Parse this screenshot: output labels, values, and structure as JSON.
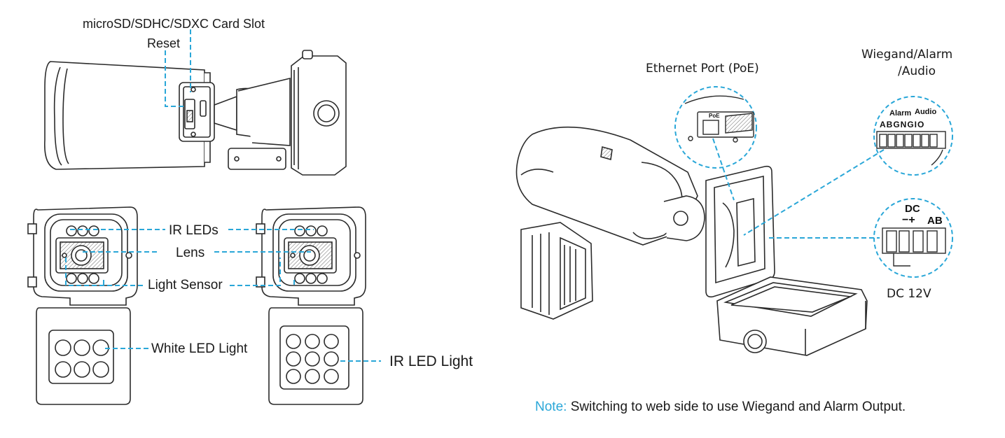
{
  "labels": {
    "card_slot": "microSD/SDHC/SDXC Card Slot",
    "reset": "Reset",
    "ir_leds": "IR LEDs",
    "lens": "Lens",
    "light_sensor": "Light Sensor",
    "white_led_light": "White LED Light",
    "ir_led_light": "IR LED Light",
    "ethernet_port": "Ethernet Port (PoE)",
    "wiegand_line1": "Wiegand/Alarm",
    "wiegand_line2": "/Audio",
    "dc_12v": "DC  12V"
  },
  "inset_text": {
    "alarm": "Alarm",
    "audio": "Audio",
    "pins": "ABGNGIO",
    "dc": "DC",
    "polarity": "−+",
    "ab": "AB",
    "poe": "PoE"
  },
  "note": {
    "keyword": "Note:",
    "text": " Switching to web side to use Wiegand and Alarm Output."
  },
  "colors": {
    "leader_line": "#2aa7d8",
    "note_keyword": "#2aa7d8",
    "drawing_stroke": "#2b2b2b"
  }
}
